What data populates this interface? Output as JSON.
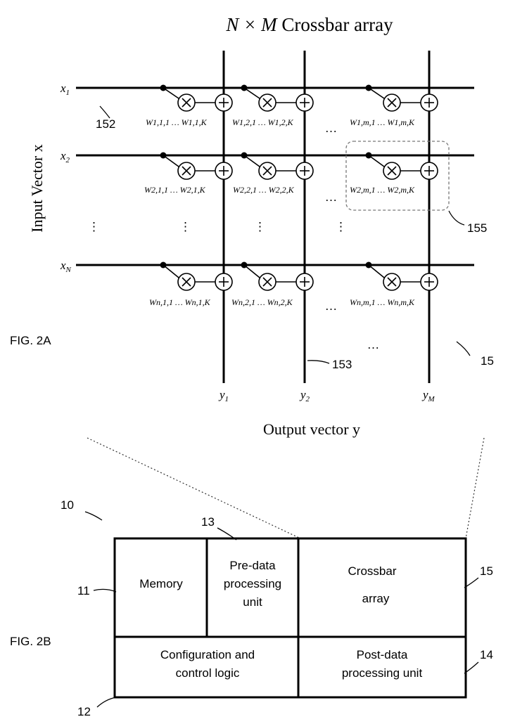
{
  "fig2a": {
    "title_pre": "N × M",
    "title_post": "Crossbar array",
    "input_axis": "Input Vector x",
    "output_axis": "Output vector y",
    "fig_label": "FIG. 2A",
    "inputs": [
      "x1",
      "x2",
      "xN"
    ],
    "outputs": [
      "y1",
      "y2",
      "yM"
    ],
    "weights": [
      [
        "W1,1,1 … W1,1,K",
        "W1,2,1 … W1,2,K",
        "W1,m,1 … W1,m,K"
      ],
      [
        "W2,1,1 … W2,1,K",
        "W2,2,1 … W2,2,K",
        "W2,m,1 … W2,m,K"
      ],
      [
        "Wn,1,1 … Wn,1,K",
        "Wn,2,1 … Wn,2,K",
        "Wn,m,1 … Wn,m,K"
      ]
    ],
    "refs": {
      "r152": "152",
      "r153": "153",
      "r155": "155",
      "r15": "15"
    },
    "ellipsis": "…",
    "vdots": "⋮"
  },
  "fig2b": {
    "fig_label": "FIG. 2B",
    "memory": "Memory",
    "pre_line1": "Pre-data",
    "pre_line2": "processing",
    "pre_line3": "unit",
    "cross_line1": "Crossbar",
    "cross_line2": "array",
    "config_line1": "Configuration and",
    "config_line2": "control logic",
    "post_line1": "Post-data",
    "post_line2": "processing unit",
    "refs": {
      "r10": "10",
      "r11": "11",
      "r12": "12",
      "r13": "13",
      "r14": "14",
      "r15": "15"
    }
  }
}
